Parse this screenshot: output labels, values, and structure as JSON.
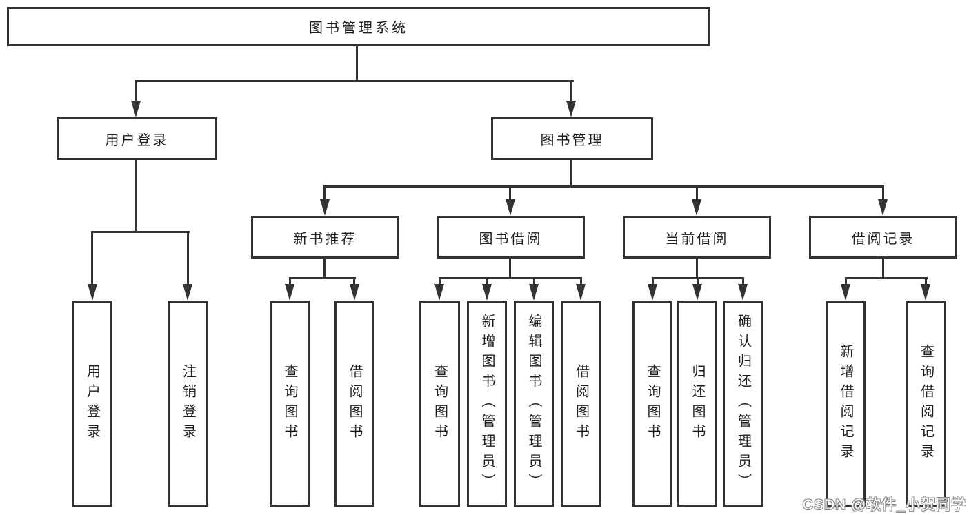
{
  "diagram": {
    "title": "图书管理系统",
    "level2": {
      "user_login": "用户登录",
      "book_mgmt": "图书管理"
    },
    "level3": {
      "new_books": "新书推荐",
      "borrow": "图书借阅",
      "current": "当前借阅",
      "records": "借阅记录"
    },
    "leaves": {
      "user_login": [
        "用户登录",
        "注销登录"
      ],
      "new_books": [
        "查询图书",
        "借阅图书"
      ],
      "borrow": [
        "查询图书",
        "新增图书（管理员）",
        "编辑图书（管理员）",
        "借阅图书"
      ],
      "current": [
        "查询图书",
        "归还图书",
        "确认归还（管理员）"
      ],
      "records": [
        "新增借阅记录",
        "查询借阅记录"
      ]
    }
  },
  "watermark": "CSDN @软件_小贺同学",
  "colors": {
    "line": "#333333",
    "border": "#333333",
    "background": "#ffffff",
    "text": "#1f1f1f",
    "watermark_fill": "#ffffff",
    "watermark_outline": "#8c8c8c"
  }
}
